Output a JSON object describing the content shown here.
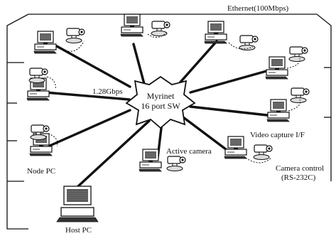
{
  "labels": {
    "ethernet": "Ethernet(100Mbps)",
    "switch_line1": "Myrinet",
    "switch_line2": "16 port SW",
    "link_speed": "1.28Gbps",
    "active_camera": "Active camera",
    "video_capture": "Video capture I/F",
    "camera_control_line1": "Camera control",
    "camera_control_line2": "(RS-232C)",
    "node_pc": "Node PC",
    "host_pc": "Host PC"
  },
  "icons": {
    "workstation": "workstation-icon",
    "camera": "pan-tilt-camera-icon",
    "switch": "network-switch-icon"
  },
  "colors": {
    "line": "#111111",
    "background": "#ffffff"
  }
}
